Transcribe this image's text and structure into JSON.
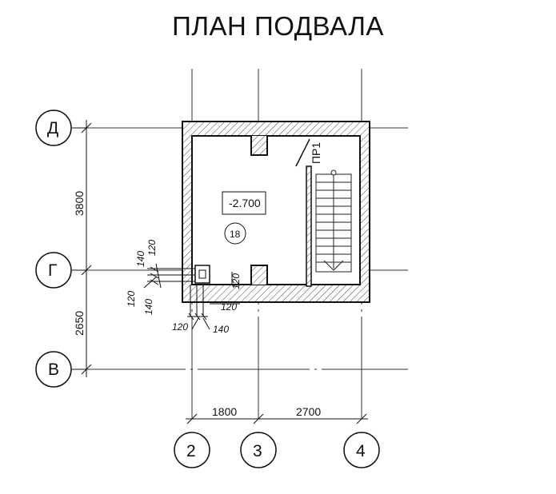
{
  "title": "ПЛАН ПОДВАЛА",
  "rows": [
    {
      "label": "Д"
    },
    {
      "label": "Г"
    },
    {
      "label": "В"
    }
  ],
  "columns": [
    {
      "label": "2"
    },
    {
      "label": "3"
    },
    {
      "label": "4"
    }
  ],
  "dimensions": {
    "vertical": [
      "3800",
      "2650"
    ],
    "horizontal": [
      "1800",
      "2700"
    ]
  },
  "elevation": "-2.700",
  "room_number": "18",
  "lintel_mark": "ПР1",
  "detail_dims": {
    "left_top_a": "140",
    "left_top_b": "120",
    "left_bottom_a": "120",
    "left_bottom_b": "140",
    "bottom_a": "120",
    "bottom_b": "140",
    "right_a": "120",
    "opening_h": "120"
  }
}
